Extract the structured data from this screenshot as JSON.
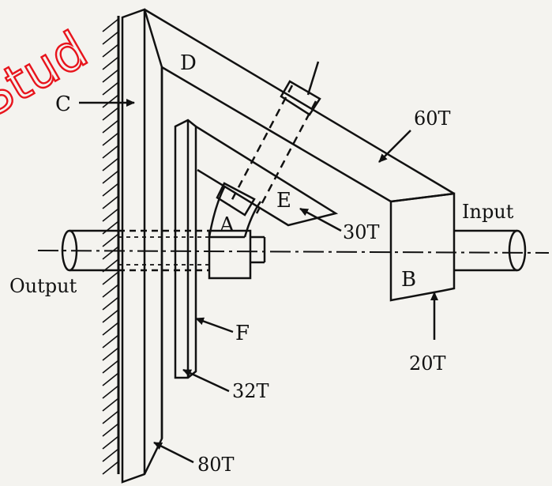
{
  "watermark": "Stud",
  "labels": {
    "C": "C",
    "D": "D",
    "E": "E",
    "A": "A",
    "B": "B",
    "F": "F",
    "t60": "60T",
    "t30": "30T",
    "t20": "20T",
    "t32": "32T",
    "t80": "80T",
    "input": "Input",
    "output": "Output"
  },
  "colors": {
    "ink": "#111111",
    "paper": "#f4f3ef",
    "watermark": "#e8141c"
  }
}
